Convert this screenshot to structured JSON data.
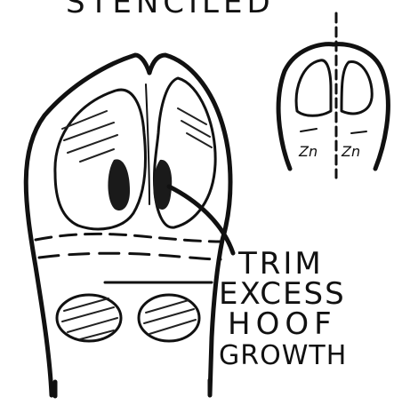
{
  "header": {
    "title": "STENCILED"
  },
  "callout": {
    "lines": [
      "TRIM",
      "EXCESS",
      "HOOF",
      "GROWTH"
    ]
  },
  "small_diagram": {
    "pad_marks": [
      "Zn",
      "Zn"
    ]
  },
  "colors": {
    "ink": "#111111",
    "paper": "#ffffff"
  }
}
